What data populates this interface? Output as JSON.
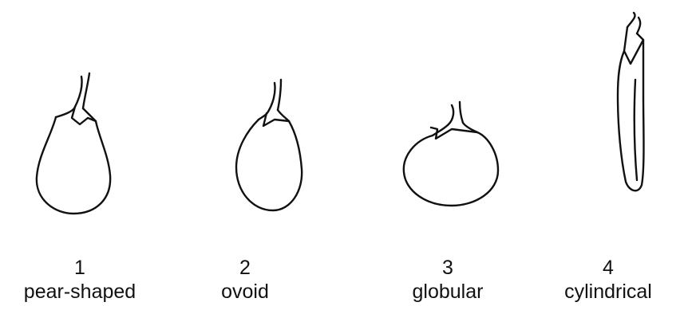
{
  "shapes": [
    {
      "number": "1",
      "name": "pear-shaped"
    },
    {
      "number": "2",
      "name": "ovoid"
    },
    {
      "number": "3",
      "name": "globular"
    },
    {
      "number": "4",
      "name": "cylindrical"
    }
  ],
  "colors": {
    "ink": "#111111",
    "background": "#ffffff"
  }
}
